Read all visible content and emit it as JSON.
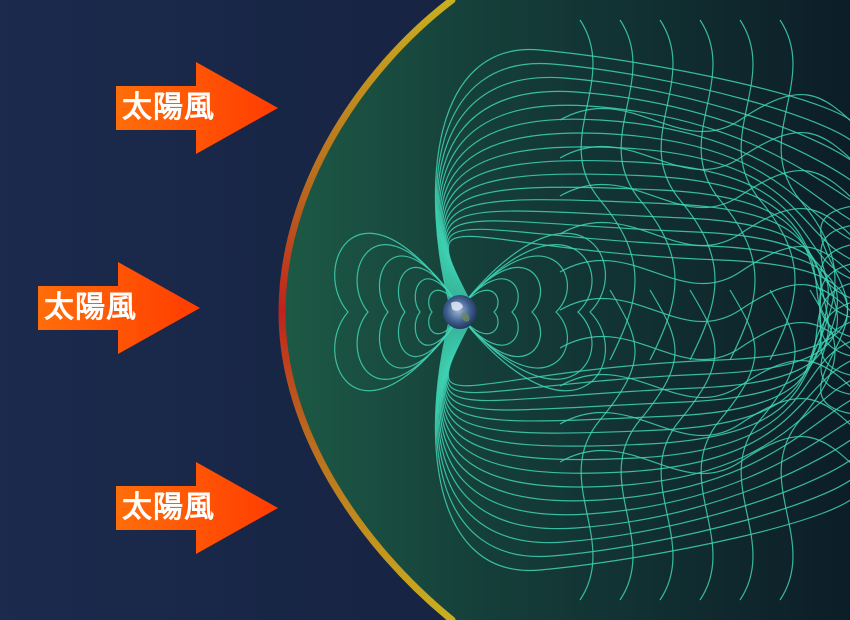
{
  "solar_wind_arrows": [
    {
      "label": "太陽風"
    },
    {
      "label": "太陽風"
    },
    {
      "label": "太陽風"
    }
  ],
  "colors": {
    "background": "#1a2747",
    "magnetosphere_fill": "#123a36",
    "field_lines": "#3fd4b4",
    "bow_shock_outer": "#c8a81c",
    "bow_shock_inner": "#c4241c",
    "arrow_fill_start": "#ff5a00",
    "arrow_fill_end": "#ff9a1e"
  },
  "icons": {
    "planet": "earth-icon",
    "arrow": "arrow-right-icon"
  }
}
